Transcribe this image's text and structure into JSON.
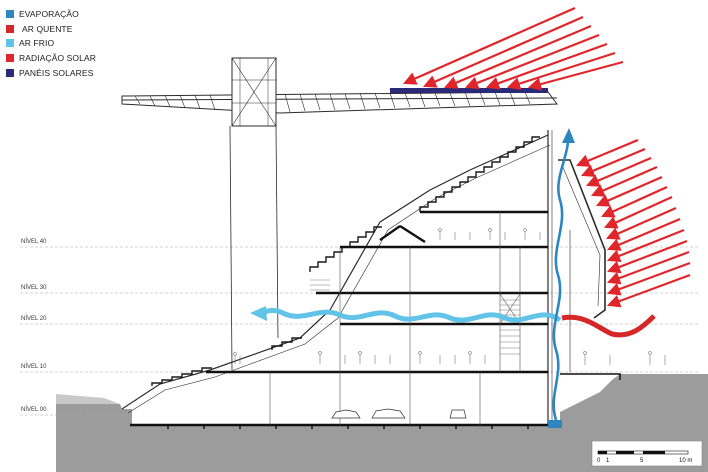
{
  "colors": {
    "evaporacao": "#2e86c1",
    "ar_quente": "#d62728",
    "ar_frio": "#62c3e8",
    "radiacao_solar": "#e0262b",
    "paineis_solares": "#2b2a78",
    "structure": "#2b2b2b",
    "ground": "#9a9a9a",
    "level_line": "#9a9a9a"
  },
  "legend": [
    {
      "key": "evaporacao",
      "label": "EVAPORAÇÃO"
    },
    {
      "key": "ar_quente",
      "label": "AR QUENTE"
    },
    {
      "key": "ar_frio",
      "label": "AR FRIO"
    },
    {
      "key": "radiacao_solar",
      "label": "RADIAÇÃO SOLAR"
    },
    {
      "key": "paineis_solares",
      "label": "PANÉIS SOLARES"
    }
  ],
  "levels": {
    "nivel_40": "NÍVEL 40",
    "nivel_30": "NÍVEL 30",
    "nivel_20": "NÍVEL 20",
    "nivel_10": "NÍVEL 10",
    "nivel_00": "NÍVEL 00"
  },
  "scale_bar": {
    "label_0": "0",
    "label_1": "1",
    "label_5": "5",
    "label_10": "10 m"
  }
}
